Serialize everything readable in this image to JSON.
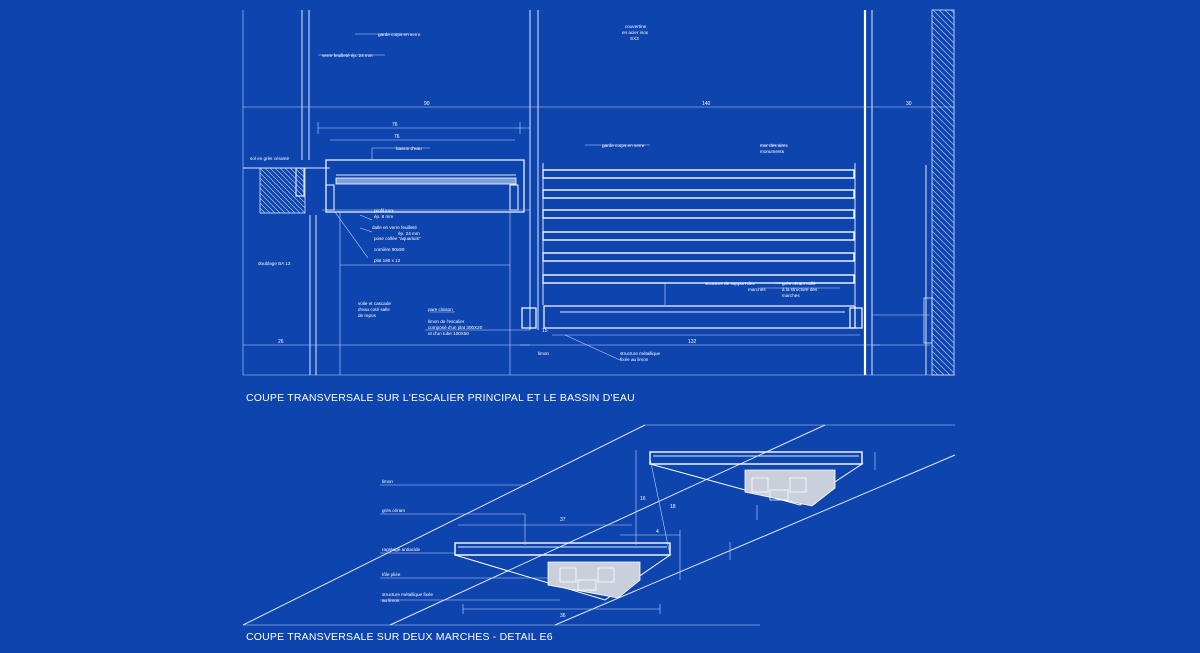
{
  "titles": {
    "section1": "COUPE TRANSVERSALE SUR L'ESCALIER PRINCIPAL ET LE BASSIN D'EAU",
    "section2": "COUPE TRANSVERSALE SUR DEUX MARCHES - DETAIL E6"
  },
  "section1": {
    "labels": {
      "garde_corps_top": "garde corps en verre",
      "verre_feuillete": "verre feuilleté ép. 24 mm",
      "couvertine": "couvertine",
      "couvertine_2": "en acier inox",
      "couvertine_3": "SX3",
      "sol_gres": "sol en grès céramé",
      "bassin": "bassin d'eau",
      "garde_corps_mid": "garde corps en verre",
      "mur": "mur des aires",
      "mur_2": "monuments",
      "profil": "profil inox",
      "profil_2": "ép. 8 mm",
      "dalle": "dalle en verre feuilleté",
      "dalle_2": "ép. 24 mm",
      "dalle_3": "pose collée \"aquarium\"",
      "cornieres": "cornière 90x90",
      "plat": "plat 180 x 12",
      "doublage": "doublage BA 13",
      "voile": "voile et cascade",
      "voile_2": "d'eau coté salle",
      "voile_3": "de repos",
      "pare_cloison": "pare cloison",
      "limon": "limon de l'escalier",
      "limon_2": "composé d'un plat 300X20",
      "limon_3": "et d'un tube 100X50",
      "structure_support": "structure de support des",
      "structure_support_2": "marches",
      "gres_marches": "grès céram collé",
      "gres_marches_2": "à la structure des",
      "gres_marches_3": "marches",
      "structure_metal": "structure métallique",
      "structure_metal_2": "fixée au limon",
      "limon_small": "limon"
    },
    "dims": {
      "d90": "90",
      "d140": "140",
      "d30": "30",
      "d76a": "76",
      "d76b": "76",
      "d26": "26",
      "d132": "132",
      "d15": "15"
    }
  },
  "section2": {
    "labels": {
      "limon": "limon",
      "gres": "grès céram",
      "ragreage": "ragréage antiacide",
      "tole": "tôle pliée",
      "structure": "structure métallique fixée",
      "structure_2": "au limon"
    },
    "dims": {
      "d37": "37",
      "d36": "36",
      "d4": "4",
      "d16": "16",
      "d18": "18"
    }
  }
}
